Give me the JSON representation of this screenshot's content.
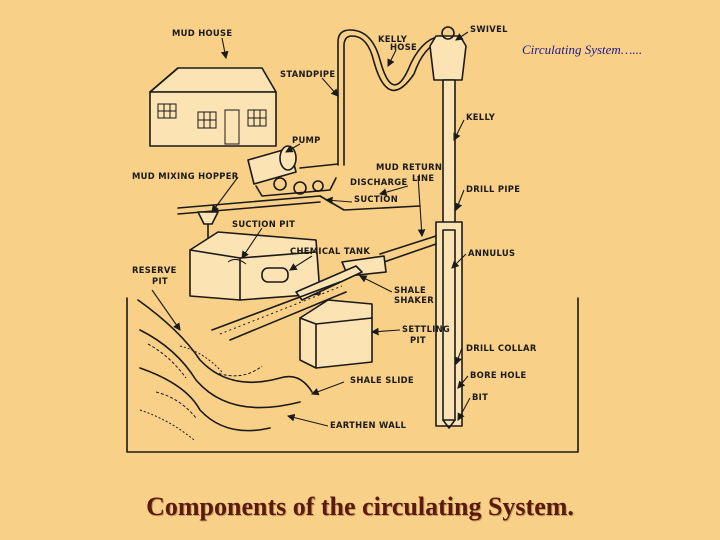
{
  "slide": {
    "title": "Circulating System…...",
    "caption": "Components of the circulating System."
  },
  "diagram": {
    "labels": {
      "mud_house": "MUD HOUSE",
      "kelly_hose_1": "KELLY",
      "kelly_hose_2": "HOSE",
      "swivel": "SWIVEL",
      "standpipe": "STANDPIPE",
      "kelly": "KELLY",
      "pump": "PUMP",
      "mud_return_1": "MUD RETURN",
      "mud_return_2": "LINE",
      "mud_mixing_hopper": "MUD MIXING HOPPER",
      "discharge": "DISCHARGE",
      "drill_pipe": "DRILL PIPE",
      "suction": "SUCTION",
      "suction_pit": "SUCTION PIT",
      "chemical_tank": "CHEMICAL TANK",
      "annulus": "ANNULUS",
      "reserve_pit_1": "RESERVE",
      "reserve_pit_2": "PIT",
      "shale_shaker_1": "SHALE",
      "shale_shaker_2": "SHAKER",
      "settling_pit_1": "SETTLING",
      "settling_pit_2": "PIT",
      "drill_collar": "DRILL COLLAR",
      "shale_slide": "SHALE SLIDE",
      "bore_hole": "BORE HOLE",
      "bit": "BIT",
      "earthen_wall": "EARTHEN WALL"
    }
  }
}
